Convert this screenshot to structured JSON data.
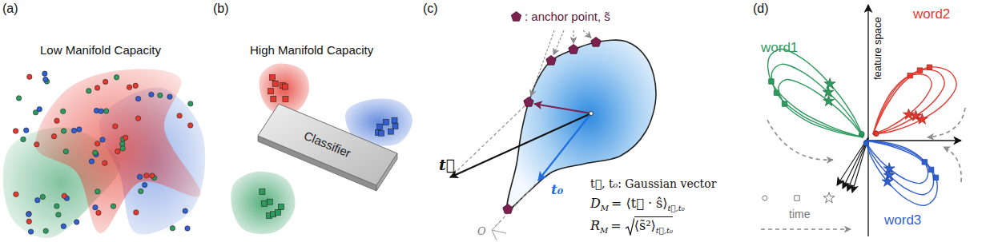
{
  "diagram": {
    "nodes": [
      {
        "text": [
          "Classifier"
        ]
      }
    ],
    "labels": [
      "(a)",
      "Low Manifold Capacity",
      "(b)",
      "High Manifold Capacity",
      "(c)",
      "t⃗",
      "t₀",
      "O",
      "t⃗, t₀: Gaussian vector",
      "D",
      "M",
      "= ⟨t⃗ · ŝ⟩",
      "t⃗,t₀",
      "R",
      "M",
      "=",
      "⟨s̃²⟩",
      "t⃗,t₀",
      "(d)",
      "feature space",
      "word1",
      "word2",
      "word3",
      "time"
    ],
    "legend": [
      {
        "text": ": anchor point, s̃"
      }
    ]
  }
}
